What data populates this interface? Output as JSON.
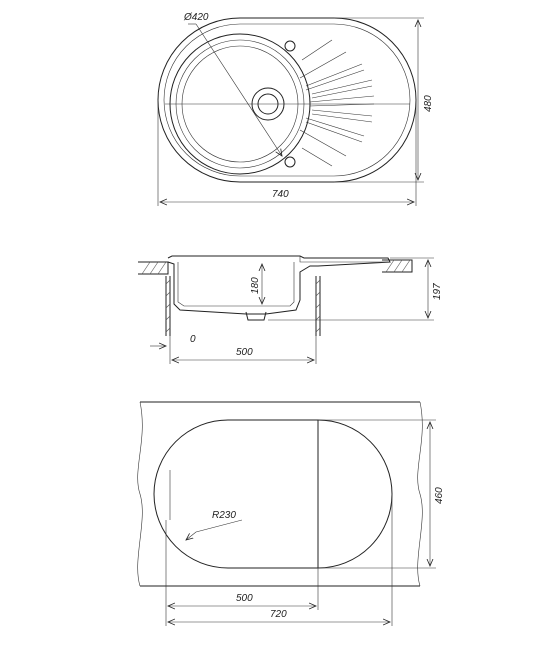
{
  "views": {
    "top": {
      "dim_diameter": "Ø420",
      "dim_width": "740",
      "dim_height": "480"
    },
    "section": {
      "dim_depth_bowl": "180",
      "dim_total_height": "197",
      "dim_zero": "0",
      "dim_bowl_width": "500"
    },
    "cutout": {
      "dim_radius": "R230",
      "dim_height": "460",
      "dim_bowl_width": "500",
      "dim_total_width": "720"
    }
  },
  "colors": {
    "line": "#222222",
    "background": "#ffffff"
  }
}
